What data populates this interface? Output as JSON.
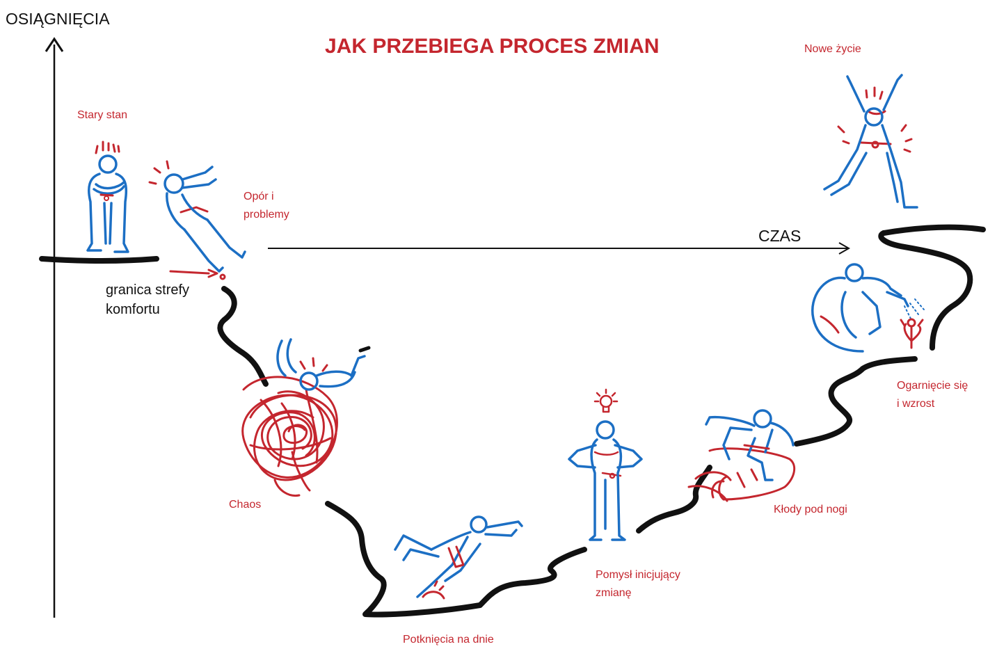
{
  "title": "JAK PRZEBIEGA PROCES ZMIAN",
  "axes": {
    "y_label": "OSIĄGNIĘCIA",
    "x_label": "CZAS"
  },
  "comfort_zone_label": [
    "granica strefy",
    "komfortu"
  ],
  "stages": {
    "old_state": "Stary stan",
    "resistance": [
      "Opór i",
      "problemy"
    ],
    "chaos": "Chaos",
    "stumbles": "Potknięcia na dnie",
    "idea": [
      "Pomysł inicjujący",
      "zmianę"
    ],
    "obstacles": "Kłody pod nogi",
    "growth": [
      "Ogarnięcie się",
      "i wzrost"
    ],
    "new_life": "Nowe życie"
  },
  "colors": {
    "accent_red": "#c4262e",
    "figure_blue": "#1c6fc4",
    "path_black": "#111111"
  },
  "figure_icons": [
    "standing-arms-crossed-person-icon",
    "falling-backward-person-icon",
    "tumbling-person-icon",
    "tripping-person-icon",
    "thinking-person-icon",
    "jumping-hurdle-person-icon",
    "watering-flower-person-icon",
    "celebrating-person-icon"
  ]
}
